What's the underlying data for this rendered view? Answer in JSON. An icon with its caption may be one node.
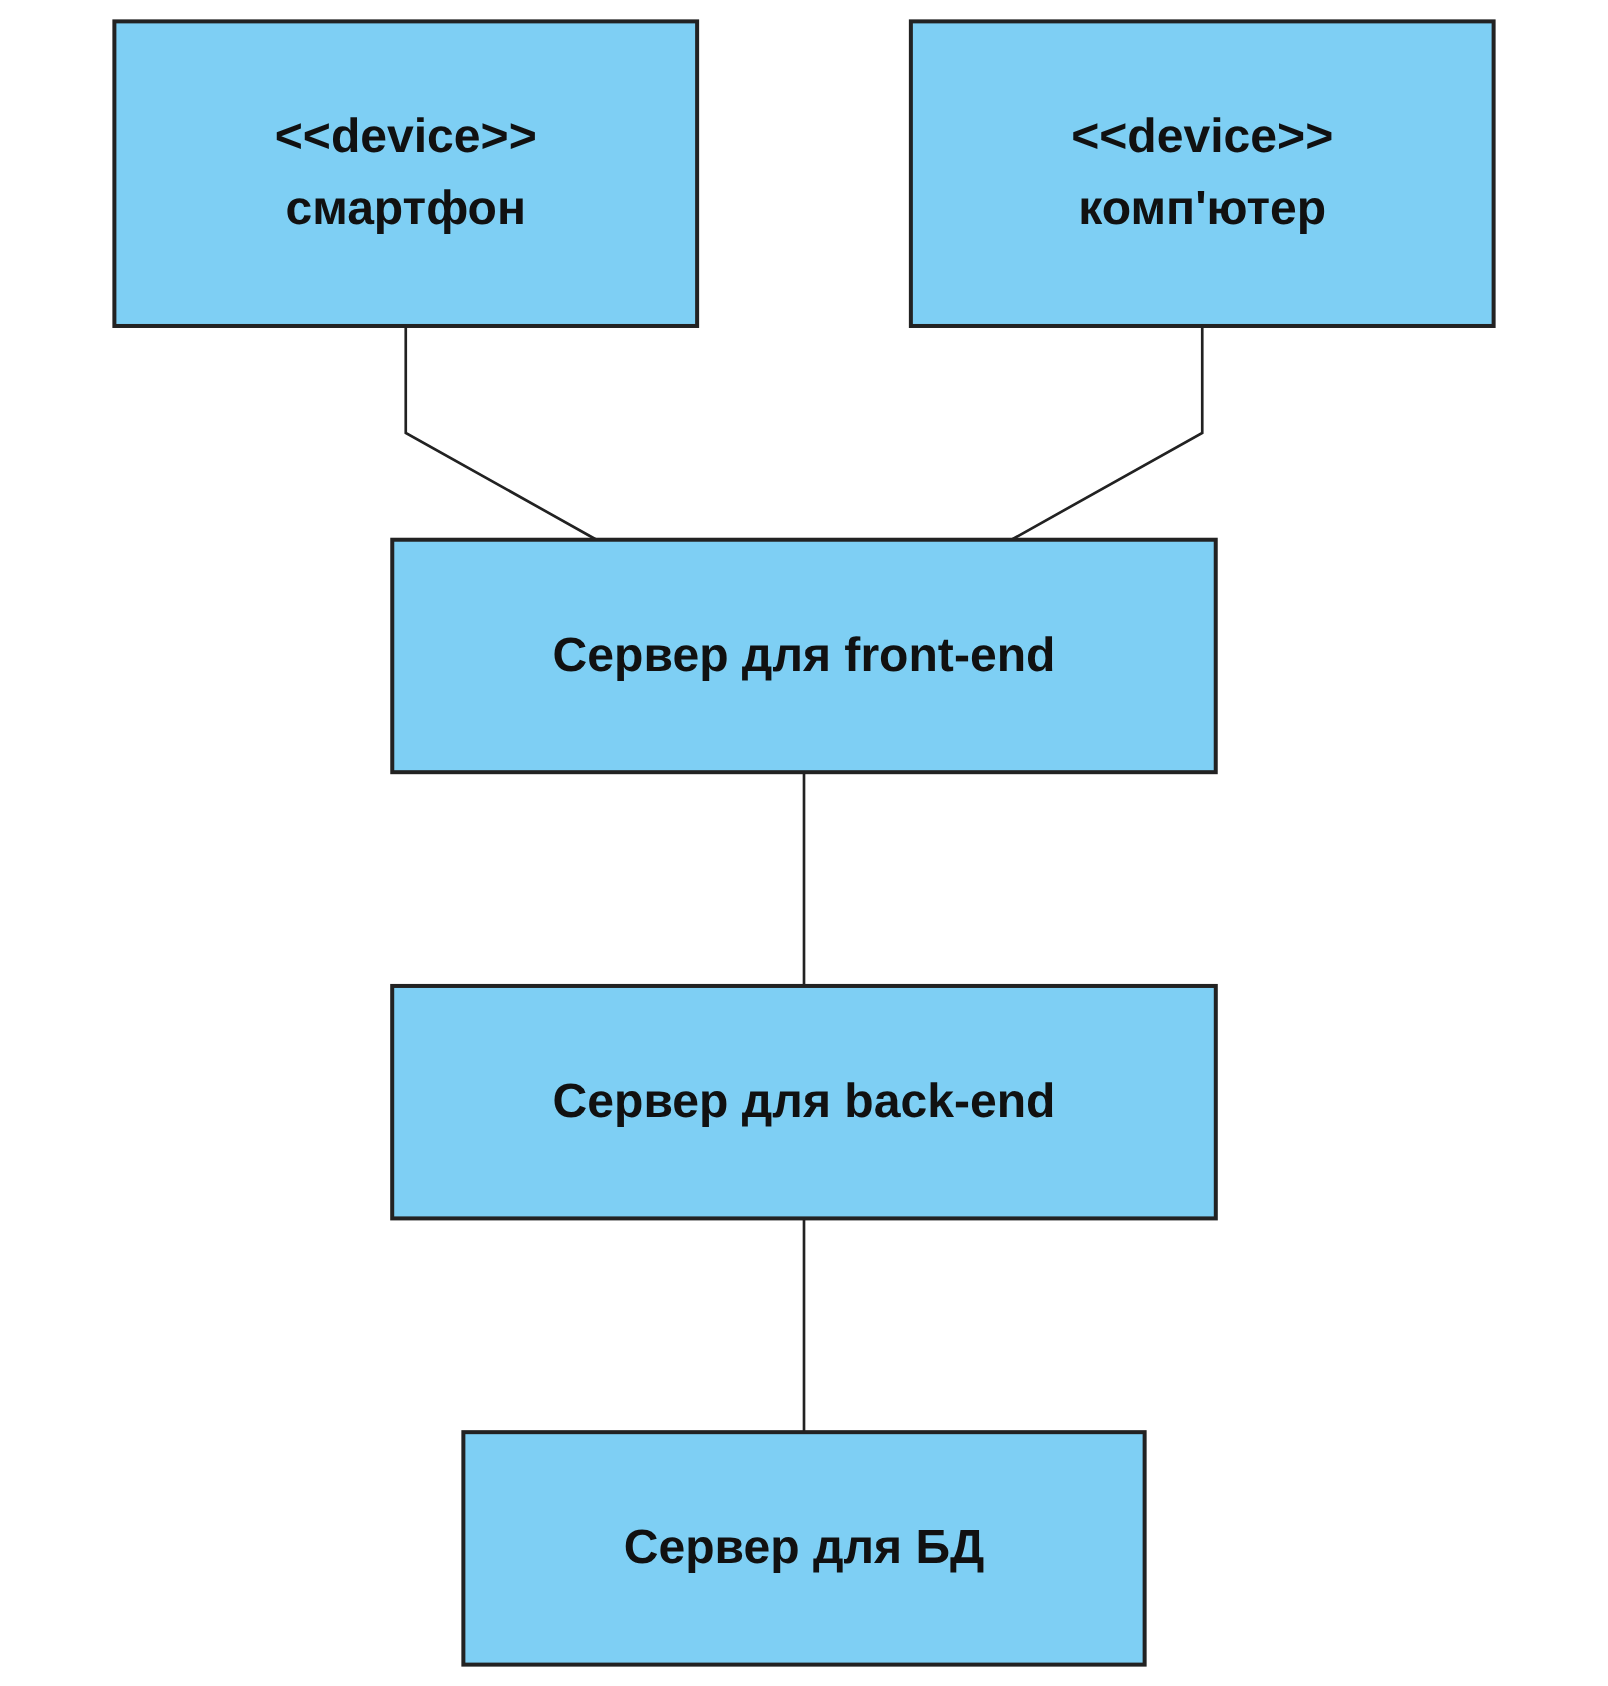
{
  "diagram": {
    "nodes": [
      {
        "text": [
          "<<device>>",
          "смартфон"
        ]
      },
      {
        "text": [
          "<<device>>",
          "комп'ютер"
        ]
      },
      {
        "text": [
          "Сервер для front-end"
        ]
      },
      {
        "text": [
          "Сервер для back-end"
        ]
      },
      {
        "text": [
          "Сервер для БД"
        ]
      }
    ],
    "edges": [
      {
        "from": 0,
        "to": 2,
        "arrow": "none"
      },
      {
        "from": 1,
        "to": 2,
        "arrow": "none"
      },
      {
        "from": 2,
        "to": 3,
        "arrow": "none"
      },
      {
        "from": 3,
        "to": 4,
        "arrow": "none"
      }
    ]
  }
}
